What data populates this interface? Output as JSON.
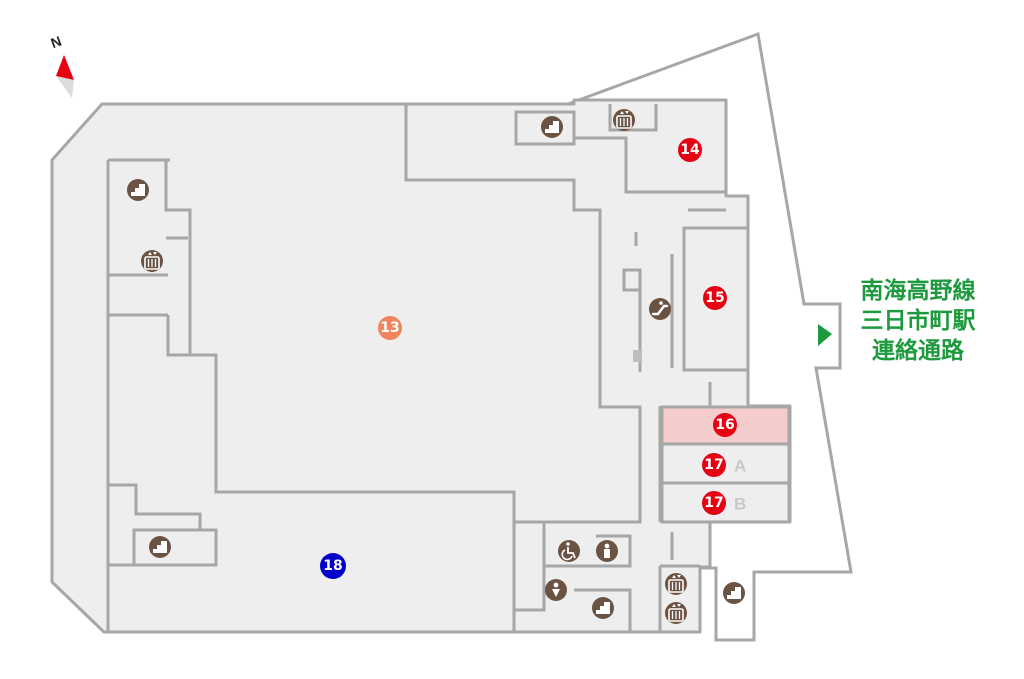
{
  "compass": {
    "label": "N",
    "icon": "north-arrow-icon"
  },
  "colors": {
    "wall": "#a7a7a7",
    "floor": "#eeeeee",
    "highlight_store": "#f5cccc",
    "badge_red": "#e60012",
    "badge_orange": "#f0845a",
    "badge_blue": "#0000c8",
    "icon_brown": "#6b5343",
    "station_green": "#1e9a3e"
  },
  "stores": [
    {
      "number": "13",
      "color": "orange"
    },
    {
      "number": "14",
      "color": "red"
    },
    {
      "number": "15",
      "color": "red"
    },
    {
      "number": "16",
      "color": "red",
      "highlighted": true
    },
    {
      "number": "17",
      "suffix": "A",
      "color": "red"
    },
    {
      "number": "17",
      "suffix": "B",
      "color": "red"
    },
    {
      "number": "18",
      "color": "blue"
    }
  ],
  "facility_icons": [
    "stairs-icon",
    "elevator-icon",
    "escalator-icon",
    "accessible-toilet-icon",
    "toilet-icon",
    "nursing-room-icon"
  ],
  "station_link": {
    "lines": [
      "南海高野線",
      "三日市町駅",
      "連絡通路"
    ],
    "arrow_icon": "direction-arrow-icon"
  }
}
